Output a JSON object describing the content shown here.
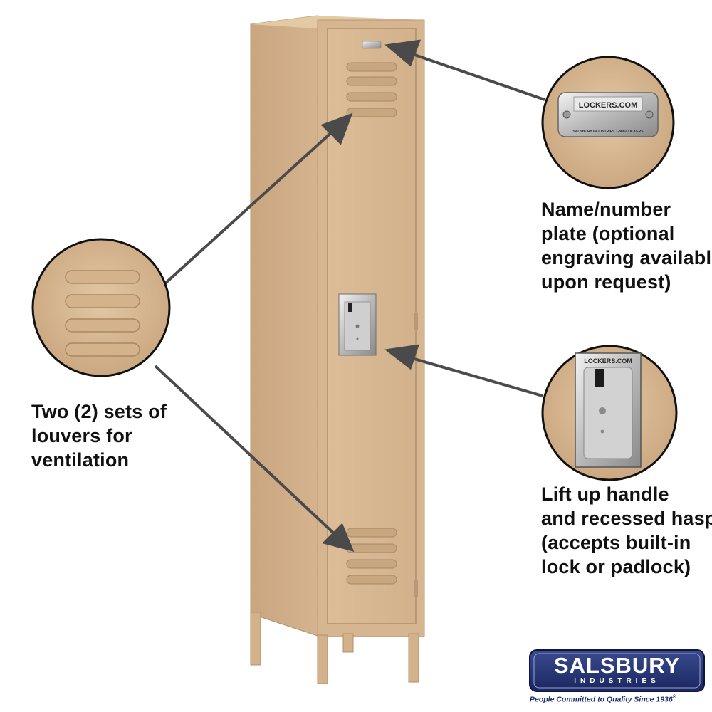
{
  "callouts": {
    "nameplate": {
      "lines": [
        "Name/number",
        "plate (optional",
        "engraving available",
        "upon request)"
      ],
      "plate_text": "LOCKERS.COM",
      "plate_subtext": "SALSBURY INDUSTRIES   1-800-LOCKERS"
    },
    "louvers": {
      "lines": [
        "Two (2) sets of",
        "louvers for",
        "ventilation"
      ]
    },
    "handle": {
      "lines": [
        "Lift up handle",
        "and recessed hasp",
        "(accepts built-in",
        "lock or padlock)"
      ],
      "handle_text": "LOCKERS.COM"
    }
  },
  "logo": {
    "word": "SALSBURY",
    "sub": "INDUSTRIES",
    "tagline": "People Committed to Quality Since 1936",
    "tagline_mark": "®"
  },
  "colors": {
    "locker_tan": "#d8b894",
    "locker_shadow": "#b99873",
    "locker_light": "#e6cba8",
    "arrow": "#4a4a4a",
    "logo_navy": "#1f2d6b"
  }
}
